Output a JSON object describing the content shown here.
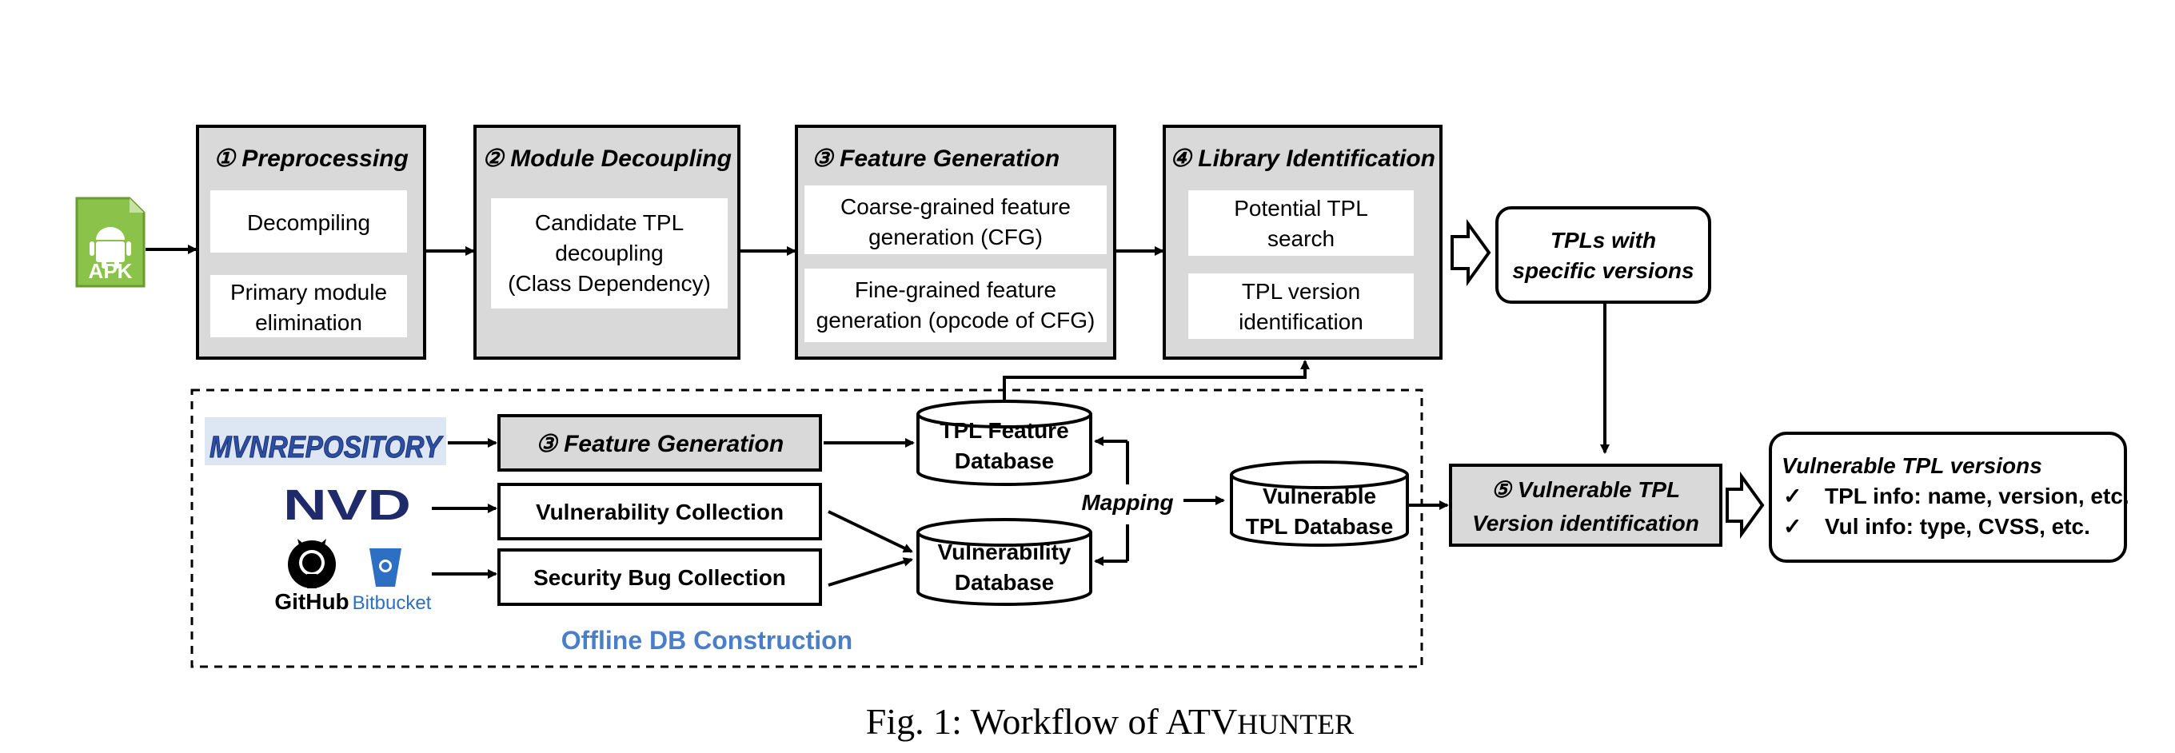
{
  "apk": {
    "label": "APK"
  },
  "stages": {
    "preprocessing": {
      "title": "① Preprocessing",
      "items": [
        [
          "Decompiling"
        ],
        [
          "Primary module",
          "elimination"
        ]
      ]
    },
    "module_decoupling": {
      "title": "② Module Decoupling",
      "items": [
        [
          "Candidate TPL",
          "decoupling",
          "(Class Dependency)"
        ]
      ]
    },
    "feature_generation": {
      "title": "③ Feature Generation",
      "items": [
        [
          "Coarse-grained feature",
          "generation (CFG)"
        ],
        [
          "Fine-grained feature",
          "generation (opcode of CFG)"
        ]
      ]
    },
    "library_identification": {
      "title": "④ Library Identification",
      "items": [
        [
          "Potential TPL",
          "search"
        ],
        [
          "TPL version",
          "identification"
        ]
      ]
    }
  },
  "tpls_with_versions": {
    "line1": "TPLs with",
    "line2": "specific versions"
  },
  "offline": {
    "label": "Offline  DB Construction",
    "sources": {
      "mvn": "MVNREPOSITORY",
      "nvd": "NVD",
      "github": "GitHub",
      "bitbucket": "Bitbucket"
    },
    "feature_generation": "③ Feature Generation",
    "vulnerability_collection": "Vulnerability  Collection",
    "security_bug_collection": "Security Bug Collection",
    "tpl_feature_db": {
      "line1": "TPL Feature",
      "line2": "Database"
    },
    "vulnerability_db": {
      "line1": "Vulnerability",
      "line2": "Database"
    },
    "mapping": "Mapping",
    "vulnerable_tpl_db": {
      "line1": "Vulnerable",
      "line2": "TPL Database"
    }
  },
  "vulnerable_identification": {
    "line1": "⑤ Vulnerable TPL",
    "line2": "Version identification"
  },
  "result": {
    "title": "Vulnerable  TPL versions",
    "items": [
      {
        "check": "✓",
        "text": "TPL info: name, version, etc."
      },
      {
        "check": "✓",
        "text": "Vul info: type, CVSS, etc."
      }
    ]
  },
  "caption": {
    "prefix": "Fig. 1: Workflow of ATV",
    "smallcaps": "HUNTER"
  },
  "colors": {
    "stage_fill": "#d9d9d9",
    "apk_green": "#7cb342",
    "nvd_blue": "#1f2a6b",
    "offline_blue": "#4a7ec9",
    "mvn_blue": "#2d4fa3"
  },
  "icons": [
    "android-icon",
    "github-icon",
    "bitbucket-icon"
  ]
}
